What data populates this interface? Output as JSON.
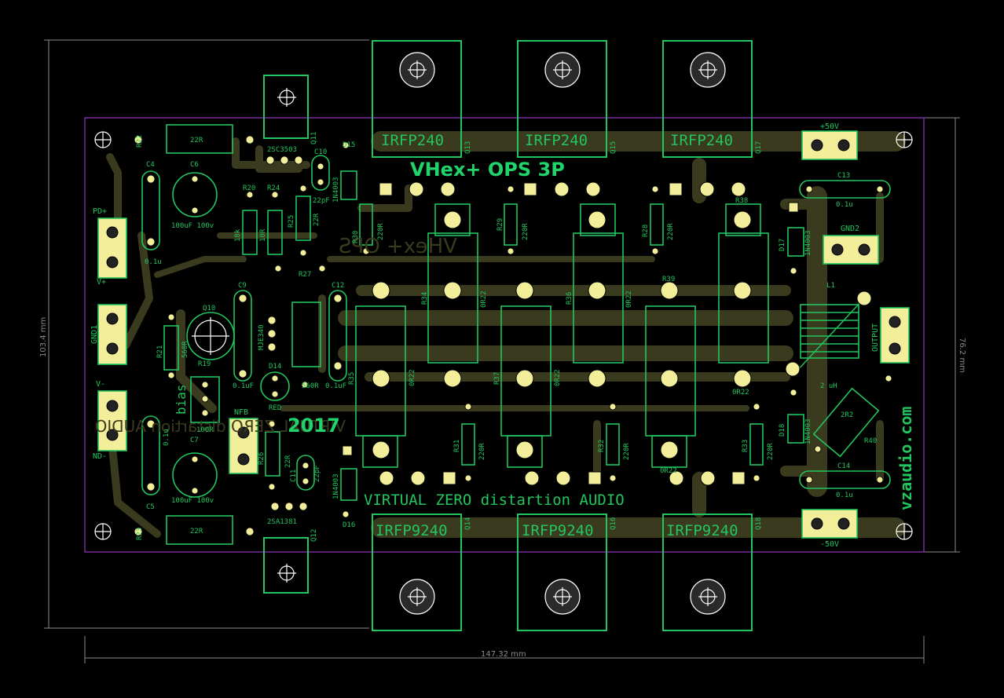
{
  "board": {
    "title": "VHex+ OPS 3P",
    "mirror_title": "VHex+ OPS",
    "year": "2017",
    "brand": "VIRTUAL ZERO distartion AUDIO",
    "website": "vzaudio.com",
    "colors": {
      "background": "#000000",
      "outline": "#7b2a9e",
      "copper": "#3a3a1e",
      "silk": "#22c55e",
      "pad": "#f2ee9a",
      "dimension": "#8a8a8a"
    }
  },
  "dimensions": {
    "width": "147.32 mm",
    "height_left": "103.4 mm",
    "height_right": "76.2 mm"
  },
  "connectors": {
    "pd_plus": "PD+",
    "v_plus": "V+",
    "gnd1": "GND1",
    "v_minus": "V-",
    "nd_minus": "ND-",
    "plus50": "+50V",
    "minus50": "-50V",
    "gnd2": "GND2",
    "output": "OUTPUT",
    "nfb": "NFB",
    "bias": "bias"
  },
  "mosfets_top": [
    {
      "part": "IRFP240",
      "ref": "Q13"
    },
    {
      "part": "IRFP240",
      "ref": "Q15"
    },
    {
      "part": "IRFP240",
      "ref": "Q17"
    }
  ],
  "mosfets_bottom": [
    {
      "part": "IRFP9240",
      "ref": "Q14"
    },
    {
      "part": "IRFP9240",
      "ref": "Q16"
    },
    {
      "part": "IRFP9240",
      "ref": "Q18"
    }
  ],
  "labels": {
    "r22": "R22",
    "r22v": "22R",
    "r23": "R23",
    "r23v": "22R",
    "c4": "C4",
    "c6": "C6",
    "c6v": "100uF 100v",
    "c4v": "0.1u",
    "c5": "C5",
    "c7": "C7",
    "c7v": "100uF 100v",
    "c5v": "0.1u",
    "q11": "Q11",
    "q11p": "2SC3503",
    "q12": "Q12",
    "q12p": "2SA1381",
    "c10": "C10",
    "c10v": "22pF",
    "c11": "C11",
    "c11v": "22pF",
    "d15": "D15",
    "d15p": "1N4003",
    "d16": "D16",
    "d16p": "1N4003",
    "r20": "R20",
    "r24": "R24",
    "r20v": "18k",
    "r24v": "10R",
    "r25": "R25",
    "r25v": "22R",
    "r27": "R27",
    "c9": "C9",
    "c9v": "0.1uF",
    "q10": "Q10",
    "q10p": "MJE340",
    "r21": "R21",
    "r21v": "560R",
    "r19": "R19",
    "r19v": "100R",
    "d14": "D14",
    "d14v": "RED",
    "r26": "R26",
    "r26v": "22R",
    "r35v": "560R",
    "c12": "C12",
    "c12v": "0.1uF",
    "r35": "R35",
    "r30": "R30",
    "r30v": "220R",
    "r29": "R29",
    "r29v": "220R",
    "r28": "R28",
    "r28v": "220R",
    "r38": "R38",
    "r31": "R31",
    "r31v": "220R",
    "r32": "R32",
    "r32v": "220R",
    "r33": "R33",
    "r33v": "220R",
    "r34": "R34",
    "r36": "R36",
    "r37": "R37",
    "r39": "R39",
    "or22": "0R22",
    "c13": "C13",
    "c13v": "0.1u",
    "c14": "C14",
    "c14v": "0.1u",
    "d17": "D17",
    "d17p": "1N4003",
    "d18": "D18",
    "d18p": "1N4003",
    "l1": "L1",
    "l1v": "2 uH",
    "r40": "R40",
    "r40v": "2R2"
  }
}
